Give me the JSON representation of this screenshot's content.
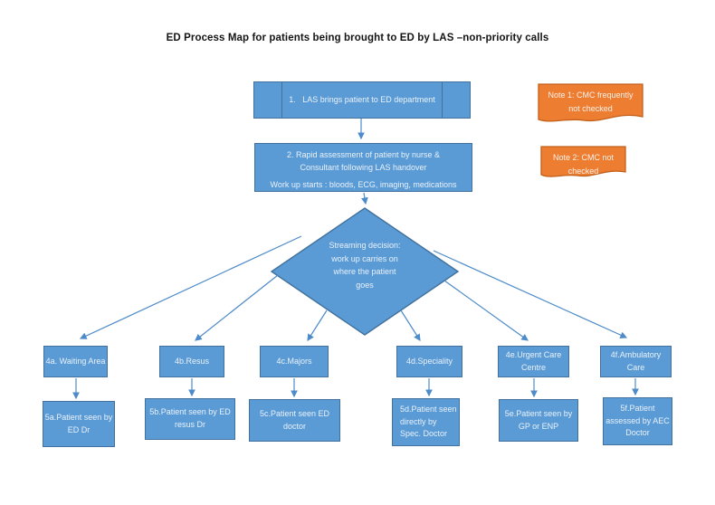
{
  "title": "ED Process Map for patients being brought to ED by LAS –non-priority calls",
  "process": {
    "step1": {
      "label": "1.   LAS brings patient to ED department"
    },
    "step2": {
      "lines": [
        "2. Rapid assessment of patient by nurse &",
        "Consultant following LAS handover"
      ],
      "workup": "Work up starts : bloods, ECG, imaging, medications"
    },
    "decision": {
      "lines": [
        "Streaming decision:",
        "work up carries on",
        "where the patient",
        "goes"
      ]
    }
  },
  "notes": [
    {
      "label": "Note 1: CMC frequently not checked"
    },
    {
      "label": "Note 2: CMC not checked"
    }
  ],
  "destinations": [
    {
      "label": "4a. Waiting Area"
    },
    {
      "label": "4b.Resus"
    },
    {
      "label": "4c.Majors"
    },
    {
      "label": "4d.Speciality"
    },
    {
      "label": "4e.Urgent Care Centre"
    },
    {
      "label": "4f.Ambulatory Care"
    }
  ],
  "outcomes": [
    {
      "label": "5a.Patient seen by ED Dr"
    },
    {
      "label": "5b.Patient seen by ED resus Dr"
    },
    {
      "label": "5c.Patient seen ED doctor"
    },
    {
      "label": "5d.Patient seen directly by Spec. Doctor"
    },
    {
      "label": "5e.Patient seen by GP or ENP"
    },
    {
      "label": "5f.Patient assessed by AEC Doctor"
    }
  ],
  "colors": {
    "shape_blue": "#5b9bd5",
    "shape_blue_border": "#41719c",
    "note_orange": "#ed7d31",
    "note_orange_border": "#c2601a",
    "connector_blue": "#4d8bca",
    "shape_text": "#e8f1fa",
    "title_text": "#141414"
  }
}
